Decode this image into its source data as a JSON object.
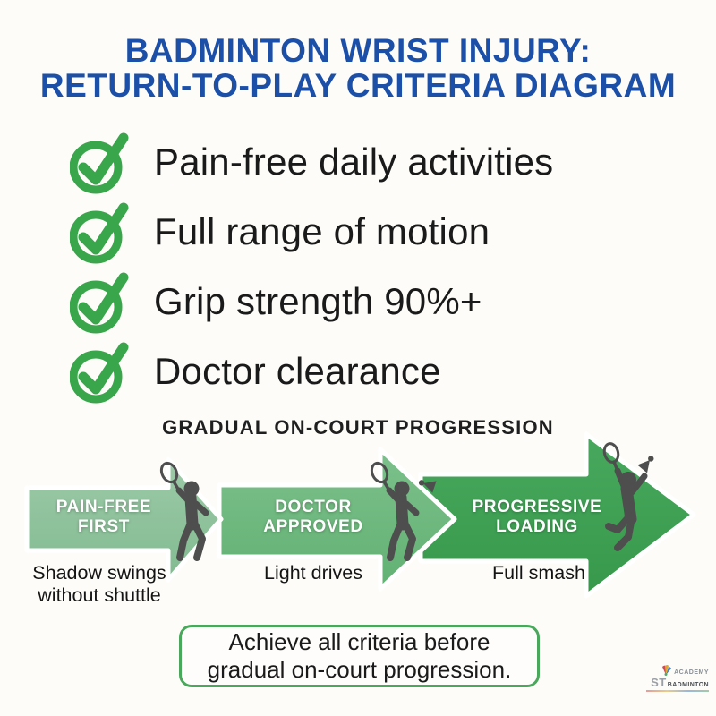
{
  "title": {
    "line1": "BADMINTON WRIST INJURY:",
    "line2": "RETURN-TO-PLAY CRITERIA DIAGRAM"
  },
  "checklist": {
    "items": [
      {
        "label": "Pain-free daily activities"
      },
      {
        "label": "Full range of motion"
      },
      {
        "label": "Grip strength 90%+"
      },
      {
        "label": "Doctor clearance"
      }
    ]
  },
  "progression": {
    "heading": "GRADUAL ON-COURT PROGRESSION",
    "stages": [
      {
        "label": "PAIN-FREE\nFIRST",
        "caption": "Shadow swings\nwithout shuttle",
        "icon": "player-shadow-swing-icon",
        "color": "#8dc29b"
      },
      {
        "label": "DOCTOR\nAPPROVED",
        "caption": "Light drives",
        "icon": "player-light-drive-icon",
        "color": "#6fb97f"
      },
      {
        "label": "PROGRESSIVE\nLOADING",
        "caption": "Full smash",
        "icon": "player-smash-icon",
        "color": "#3fa055"
      }
    ]
  },
  "note": {
    "text": "Achieve all criteria before\ngradual on-court progression."
  },
  "logo": {
    "academy": "ACADEMY",
    "st": "ST",
    "badminton": "BADMINTON",
    "icon": "shuttlecock-logo-icon"
  },
  "colors": {
    "title_blue": "#1c50a8",
    "check_green": "#3aa64b",
    "note_border_green": "#4aa85c",
    "silhouette_gray": "#4e4e4e",
    "text_dark": "#1a1a1a",
    "background": "#fdfcf8",
    "stage_label_white": "#ffffff"
  }
}
